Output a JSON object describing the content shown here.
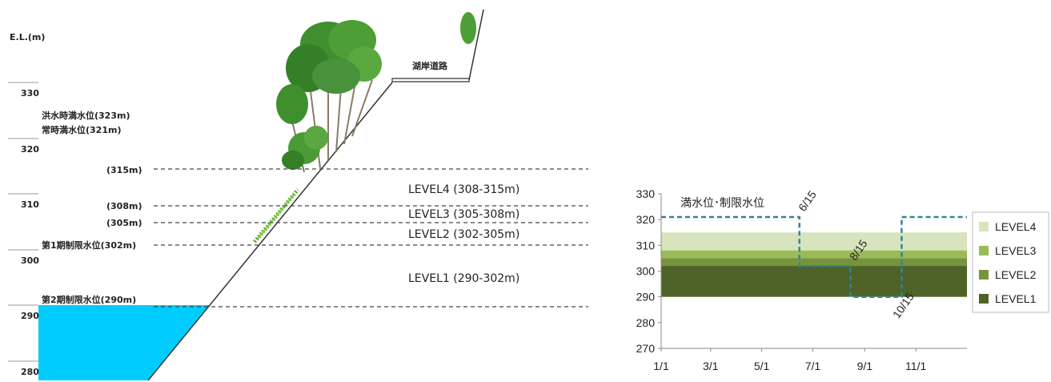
{
  "diagram": {
    "axis_title": "E.L.(m)",
    "elevation_ticks": [
      "330",
      "320",
      "310",
      "300",
      "290",
      "280"
    ],
    "water_levels": {
      "flood": "洪水時満水位(323m)",
      "normal": "常時満水位(321m)",
      "l315": "(315m)",
      "l308": "(308m)",
      "l305": "(305m)",
      "phase1": "第1期制限水位(302m)",
      "phase2": "第2期制限水位(290m)"
    },
    "levels": {
      "level4": "LEVEL4 (308-315m)",
      "level3": "LEVEL3 (305-308m)",
      "level2": "LEVEL2 (302-305m)",
      "level1": "LEVEL1 (290-302m)"
    },
    "road_label": "湖岸道路",
    "colors": {
      "water": "#00ccff",
      "grass": "#55aa33",
      "trees": "#3f8f2f"
    }
  },
  "chart_data": {
    "type": "area",
    "ylim": [
      270,
      330
    ],
    "yticks": [
      "270",
      "280",
      "290",
      "300",
      "310",
      "320",
      "330"
    ],
    "xticks": [
      "1/1",
      "3/1",
      "5/1",
      "7/1",
      "9/1",
      "11/1"
    ],
    "bands": [
      {
        "name": "LEVEL4",
        "from": 308,
        "to": 315,
        "color": "#d7e4bd"
      },
      {
        "name": "LEVEL3",
        "from": 305,
        "to": 308,
        "color": "#9bbb59"
      },
      {
        "name": "LEVEL2",
        "from": 302,
        "to": 305,
        "color": "#77933c"
      },
      {
        "name": "LEVEL1",
        "from": 290,
        "to": 302,
        "color": "#4f6228"
      }
    ],
    "limit_series": {
      "name": "満水位･制限水位",
      "color": "#31859c",
      "points": [
        {
          "x": "1/1",
          "y": 321
        },
        {
          "x": "6/15",
          "y": 321
        },
        {
          "x": "6/15",
          "y": 302
        },
        {
          "x": "8/15",
          "y": 302
        },
        {
          "x": "8/15",
          "y": 290
        },
        {
          "x": "10/15",
          "y": 290
        },
        {
          "x": "10/15",
          "y": 321
        },
        {
          "x": "12/31",
          "y": 321
        }
      ]
    },
    "annotations": [
      "6/15",
      "8/15",
      "10/15"
    ]
  }
}
